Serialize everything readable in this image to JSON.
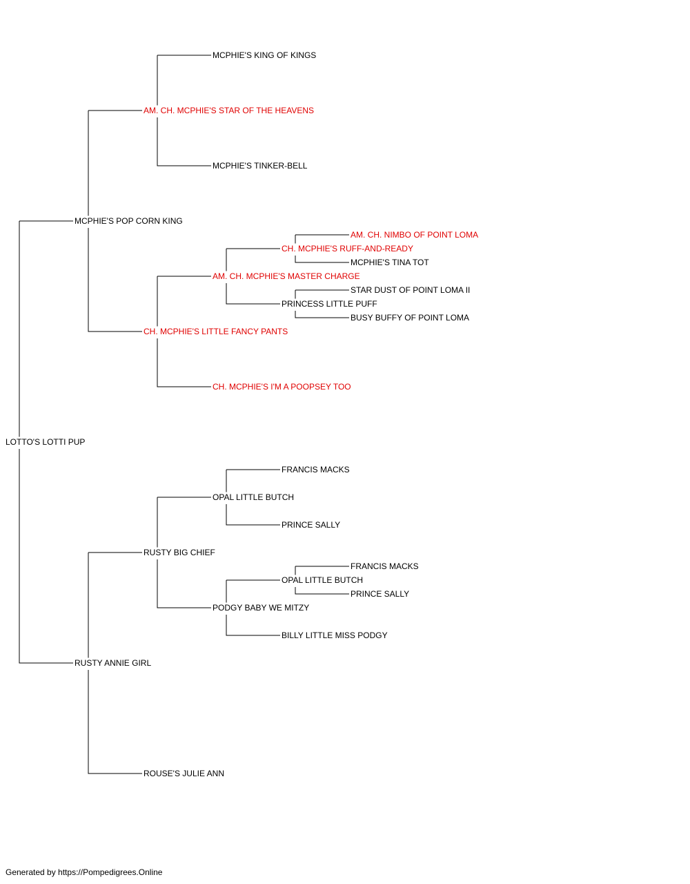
{
  "colors": {
    "champion": "#e00000",
    "normal": "#000000",
    "line": "#000000"
  },
  "pedigree": {
    "name": "LOTTO'S LOTTI PUP",
    "champion": false,
    "sire": {
      "name": "MCPHIE'S POP CORN KING",
      "champion": false,
      "sire": {
        "name": "AM. CH. MCPHIE'S STAR OF THE HEAVENS",
        "champion": true,
        "sire": {
          "name": "MCPHIE'S KING OF KINGS",
          "champion": false
        },
        "dam": {
          "name": "MCPHIE'S TINKER-BELL",
          "champion": false
        }
      },
      "dam": {
        "name": "CH. MCPHIE'S LITTLE FANCY PANTS",
        "champion": true,
        "sire": {
          "name": "AM. CH. MCPHIE'S MASTER CHARGE",
          "champion": true,
          "sire": {
            "name": "CH. MCPHIE'S RUFF-AND-READY",
            "champion": true,
            "sire": {
              "name": "AM. CH. NIMBO OF POINT LOMA",
              "champion": true
            },
            "dam": {
              "name": "MCPHIE'S TINA TOT",
              "champion": false
            }
          },
          "dam": {
            "name": "PRINCESS LITTLE PUFF",
            "champion": false,
            "sire": {
              "name": "STAR DUST OF POINT LOMA II",
              "champion": false
            },
            "dam": {
              "name": "BUSY BUFFY OF POINT LOMA",
              "champion": false
            }
          }
        },
        "dam": {
          "name": "CH. MCPHIE'S I'M A POOPSEY TOO",
          "champion": true
        }
      }
    },
    "dam": {
      "name": "RUSTY ANNIE GIRL",
      "champion": false,
      "sire": {
        "name": "RUSTY BIG CHIEF",
        "champion": false,
        "sire": {
          "name": "OPAL LITTLE BUTCH",
          "champion": false,
          "sire": {
            "name": "FRANCIS MACKS",
            "champion": false
          },
          "dam": {
            "name": "PRINCE SALLY",
            "champion": false
          }
        },
        "dam": {
          "name": "PODGY BABY WE MITZY",
          "champion": false,
          "sire": {
            "name": "OPAL LITTLE BUTCH",
            "champion": false,
            "sire": {
              "name": "FRANCIS MACKS",
              "champion": false
            },
            "dam": {
              "name": "PRINCE SALLY",
              "champion": false
            }
          },
          "dam": {
            "name": "BILLY LITTLE MISS PODGY",
            "champion": false
          }
        }
      },
      "dam": {
        "name": "ROUSE'S JULIE ANN",
        "champion": false
      }
    }
  },
  "footer": "Generated by https://Pompedigrees.Online"
}
